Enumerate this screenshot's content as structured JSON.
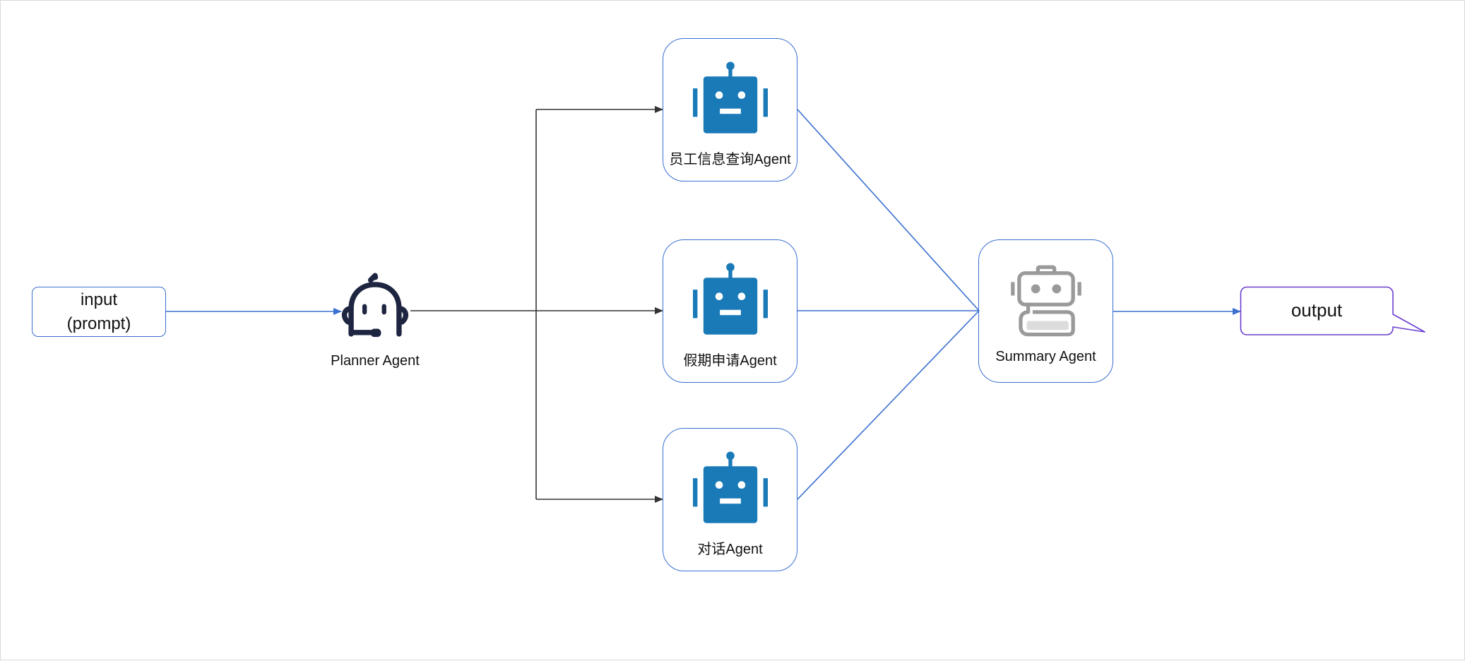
{
  "input": {
    "line1": "input",
    "line2": "(prompt)"
  },
  "planner": {
    "label": "Planner Agent",
    "icon": "headset-robot-icon"
  },
  "agents": [
    {
      "label": "员工信息查询Agent",
      "icon": "robot-icon"
    },
    {
      "label": "假期申请Agent",
      "icon": "robot-icon"
    },
    {
      "label": "对话Agent",
      "icon": "robot-icon"
    }
  ],
  "summary": {
    "label": "Summary Agent",
    "icon": "robot-outline-icon"
  },
  "output": {
    "label": "output"
  },
  "colors": {
    "border": "#3a6fd0",
    "robot": "#1a7ab8",
    "planner_icon": "#1e2540",
    "summary_icon": "#9a9a9a",
    "output_border": "#6a3fd0",
    "connector_dark": "#333333",
    "connector_blue": "#3a6fd0"
  }
}
